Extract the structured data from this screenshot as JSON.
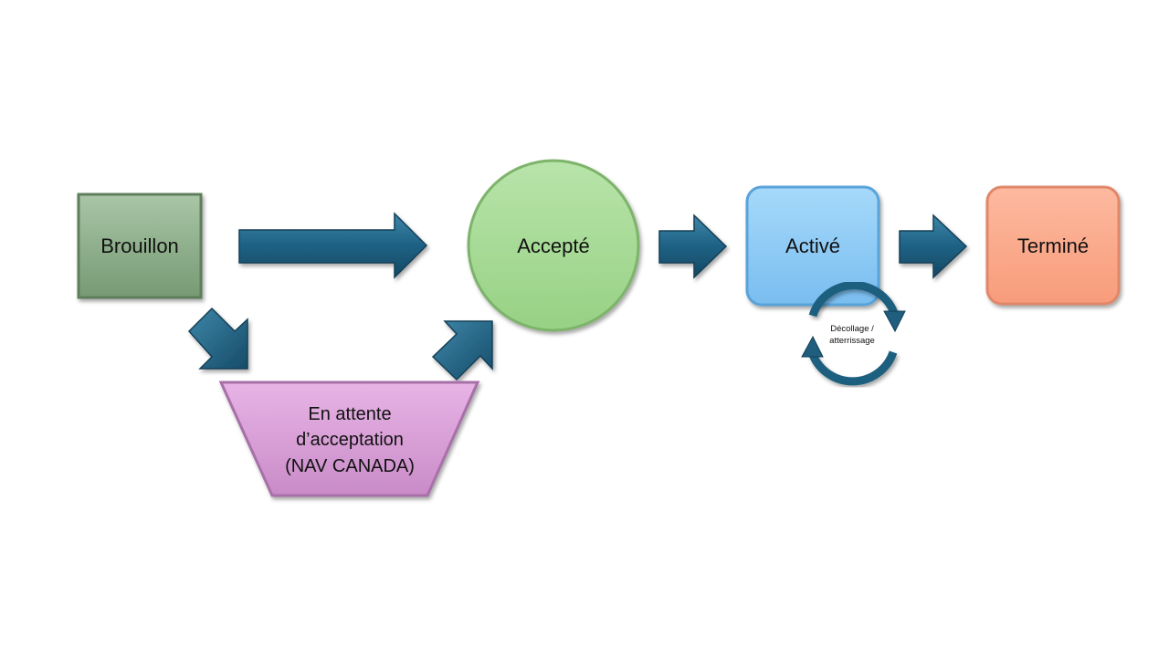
{
  "diagram": {
    "nodes": {
      "draft": {
        "label": "Brouillon"
      },
      "pending": {
        "lines": [
          "En attente",
          "d’acceptation",
          "(NAV CANADA)"
        ]
      },
      "accepted": {
        "label": "Accepté"
      },
      "active": {
        "label": "Activé"
      },
      "done": {
        "label": "Terminé"
      }
    },
    "loop": {
      "lines": [
        "Décollage /",
        "atterrissage"
      ]
    },
    "colors": {
      "arrow": "#1F5E7E",
      "draft": "#8DAF8A",
      "pending": "#D79ED6",
      "accepted": "#A9DB98",
      "active": "#8CCBF6",
      "done": "#FCAA8C"
    }
  }
}
